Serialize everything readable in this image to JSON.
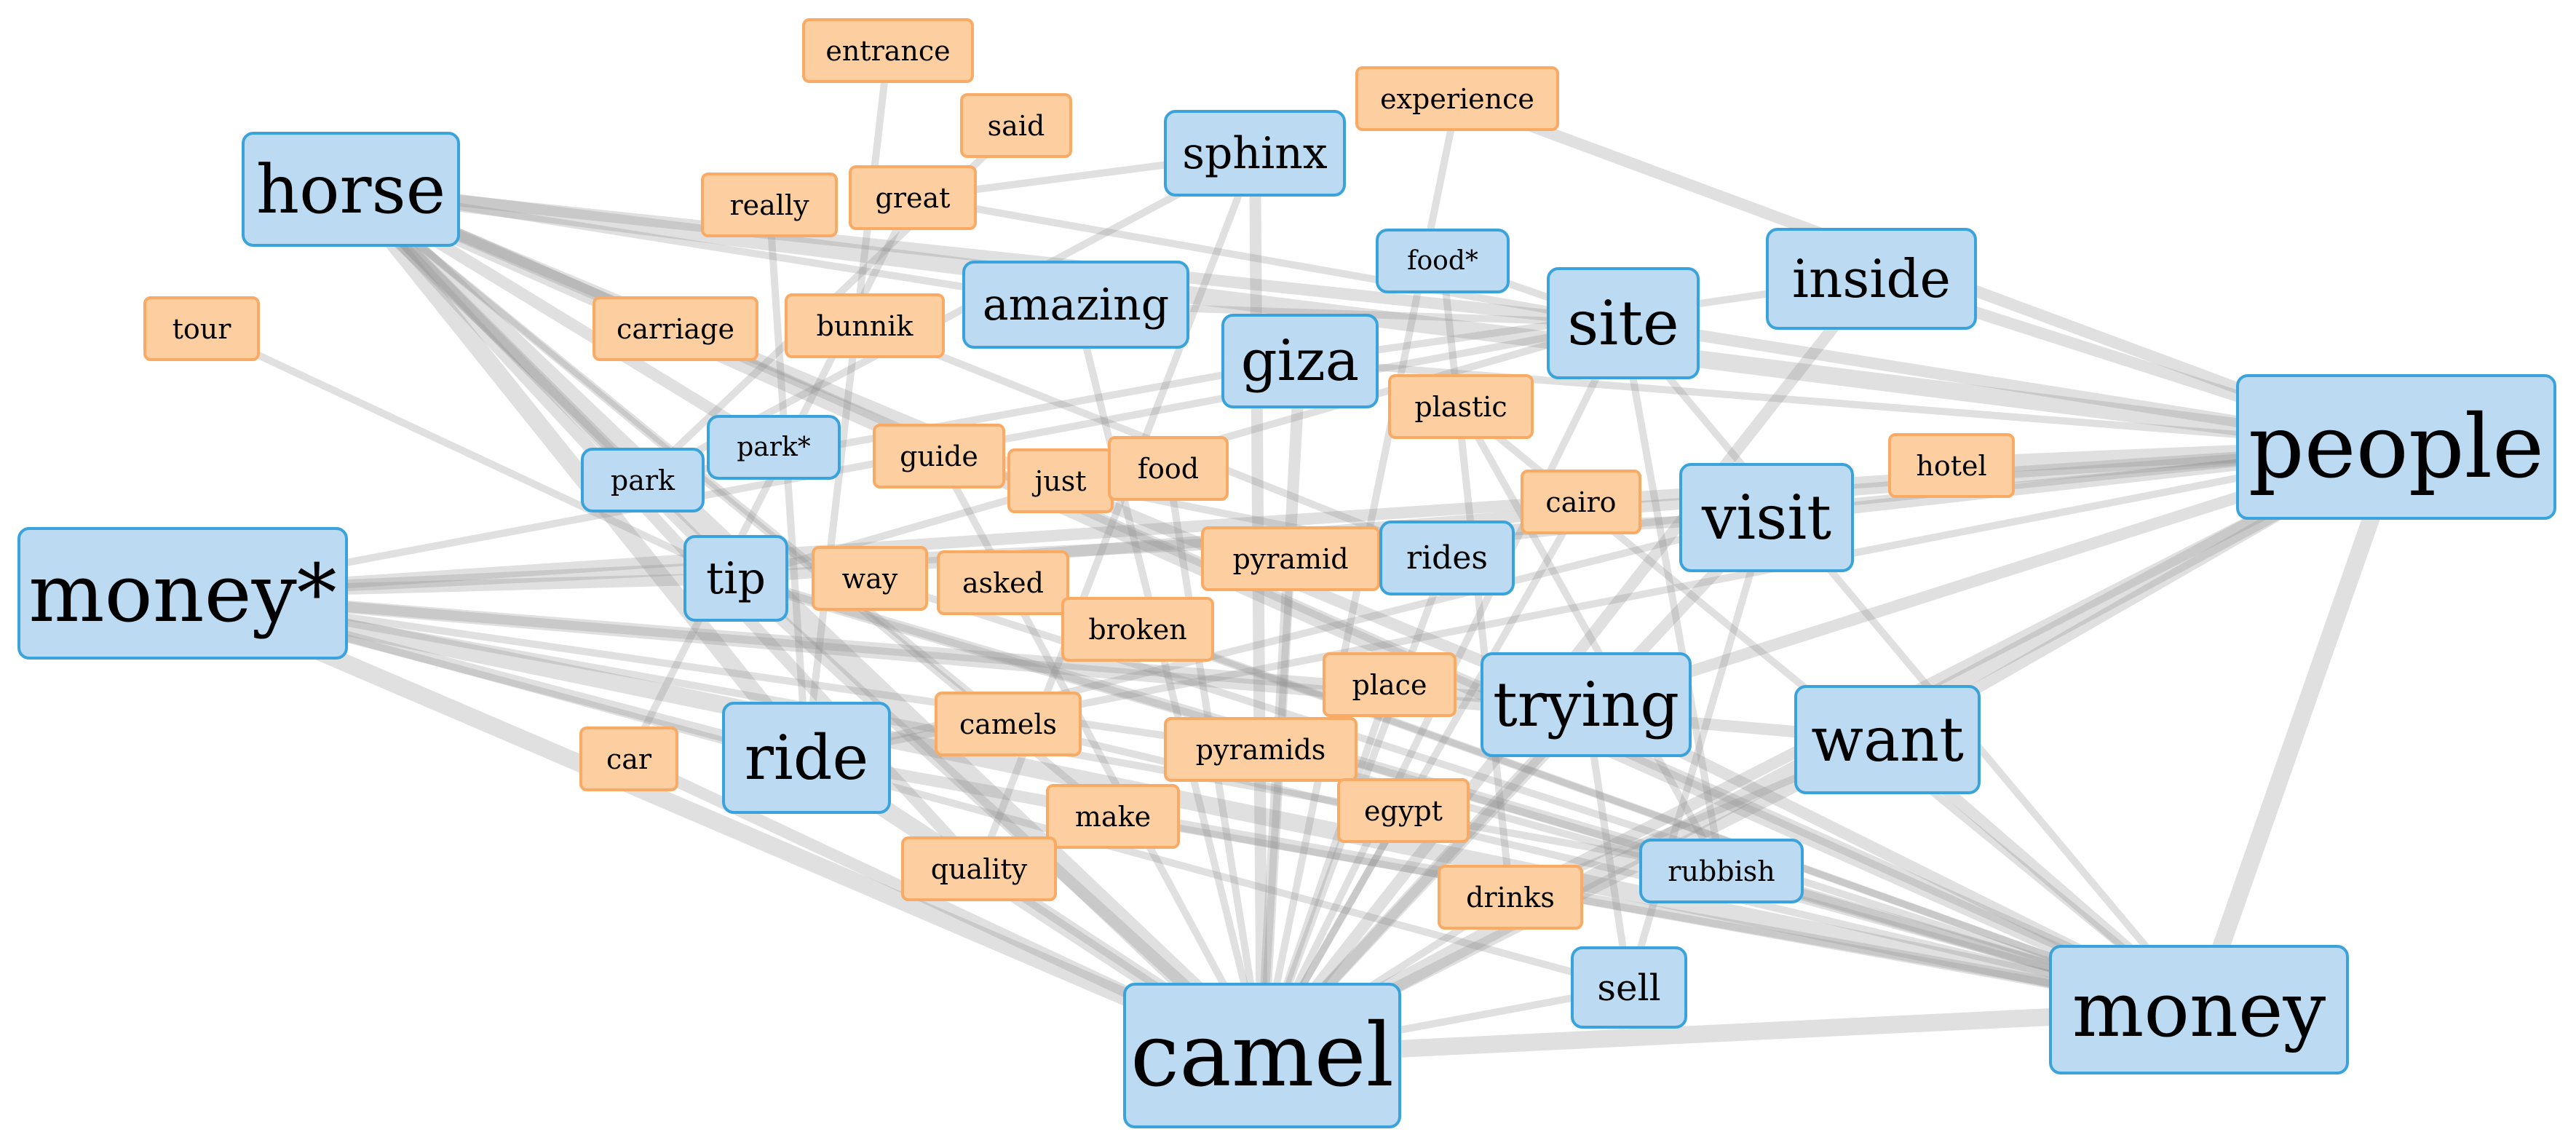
{
  "diagram": {
    "nodes": [
      {
        "id": "horse",
        "label": "horse",
        "group": "blue"
      },
      {
        "id": "money_star",
        "label": "money*",
        "group": "blue"
      },
      {
        "id": "tour",
        "label": "tour",
        "group": "orange"
      },
      {
        "id": "entrance",
        "label": "entrance",
        "group": "orange"
      },
      {
        "id": "said",
        "label": "said",
        "group": "orange"
      },
      {
        "id": "really",
        "label": "really",
        "group": "orange"
      },
      {
        "id": "great",
        "label": "great",
        "group": "orange"
      },
      {
        "id": "sphinx",
        "label": "sphinx",
        "group": "blue"
      },
      {
        "id": "experience",
        "label": "experience",
        "group": "orange"
      },
      {
        "id": "amazing",
        "label": "amazing",
        "group": "blue"
      },
      {
        "id": "food_star",
        "label": "food*",
        "group": "blue"
      },
      {
        "id": "site",
        "label": "site",
        "group": "blue"
      },
      {
        "id": "inside",
        "label": "inside",
        "group": "blue"
      },
      {
        "id": "carriage",
        "label": "carriage",
        "group": "orange"
      },
      {
        "id": "bunnik",
        "label": "bunnik",
        "group": "orange"
      },
      {
        "id": "giza",
        "label": "giza",
        "group": "blue"
      },
      {
        "id": "plastic",
        "label": "plastic",
        "group": "orange"
      },
      {
        "id": "people",
        "label": "people",
        "group": "blue"
      },
      {
        "id": "park",
        "label": "park",
        "group": "blue"
      },
      {
        "id": "park_star",
        "label": "park*",
        "group": "blue"
      },
      {
        "id": "guide",
        "label": "guide",
        "group": "orange"
      },
      {
        "id": "just",
        "label": "just",
        "group": "orange"
      },
      {
        "id": "food",
        "label": "food",
        "group": "orange"
      },
      {
        "id": "hotel",
        "label": "hotel",
        "group": "orange"
      },
      {
        "id": "cairo",
        "label": "cairo",
        "group": "orange"
      },
      {
        "id": "visit",
        "label": "visit",
        "group": "blue"
      },
      {
        "id": "tip",
        "label": "tip",
        "group": "blue"
      },
      {
        "id": "way",
        "label": "way",
        "group": "orange"
      },
      {
        "id": "asked",
        "label": "asked",
        "group": "orange"
      },
      {
        "id": "pyramid",
        "label": "pyramid",
        "group": "orange"
      },
      {
        "id": "rides",
        "label": "rides",
        "group": "blue"
      },
      {
        "id": "broken",
        "label": "broken",
        "group": "orange"
      },
      {
        "id": "place",
        "label": "place",
        "group": "orange"
      },
      {
        "id": "trying",
        "label": "trying",
        "group": "blue"
      },
      {
        "id": "want",
        "label": "want",
        "group": "blue"
      },
      {
        "id": "car",
        "label": "car",
        "group": "orange"
      },
      {
        "id": "ride",
        "label": "ride",
        "group": "blue"
      },
      {
        "id": "camels",
        "label": "camels",
        "group": "orange"
      },
      {
        "id": "pyramids",
        "label": "pyramids",
        "group": "orange"
      },
      {
        "id": "egypt",
        "label": "egypt",
        "group": "orange"
      },
      {
        "id": "make",
        "label": "make",
        "group": "orange"
      },
      {
        "id": "quality",
        "label": "quality",
        "group": "orange"
      },
      {
        "id": "rubbish",
        "label": "rubbish",
        "group": "blue"
      },
      {
        "id": "drinks",
        "label": "drinks",
        "group": "orange"
      },
      {
        "id": "sell",
        "label": "sell",
        "group": "blue"
      },
      {
        "id": "camel",
        "label": "camel",
        "group": "blue"
      },
      {
        "id": "money",
        "label": "money",
        "group": "blue"
      }
    ],
    "edges": [
      {
        "source": "horse",
        "target": "camel",
        "weight": 4
      },
      {
        "source": "horse",
        "target": "ride",
        "weight": 3
      },
      {
        "source": "horse",
        "target": "tip",
        "weight": 2
      },
      {
        "source": "horse",
        "target": "park",
        "weight": 2
      },
      {
        "source": "horse",
        "target": "park_star",
        "weight": 2
      },
      {
        "source": "horse",
        "target": "carriage",
        "weight": 2
      },
      {
        "source": "horse",
        "target": "people",
        "weight": 3
      },
      {
        "source": "horse",
        "target": "site",
        "weight": 2
      },
      {
        "source": "horse",
        "target": "money",
        "weight": 3
      },
      {
        "source": "horse",
        "target": "trying",
        "weight": 2
      },
      {
        "source": "horse",
        "target": "amazing",
        "weight": 1
      },
      {
        "source": "horse",
        "target": "quality",
        "weight": 2
      },
      {
        "source": "horse",
        "target": "make",
        "weight": 1
      },
      {
        "source": "horse",
        "target": "camels",
        "weight": 1
      },
      {
        "source": "money_star",
        "target": "camel",
        "weight": 3
      },
      {
        "source": "money_star",
        "target": "people",
        "weight": 2
      },
      {
        "source": "money_star",
        "target": "money",
        "weight": 3
      },
      {
        "source": "money_star",
        "target": "trying",
        "weight": 2
      },
      {
        "source": "money_star",
        "target": "tip",
        "weight": 2
      },
      {
        "source": "money_star",
        "target": "ride",
        "weight": 2
      },
      {
        "source": "money_star",
        "target": "visit",
        "weight": 2
      },
      {
        "source": "money_star",
        "target": "want",
        "weight": 2
      },
      {
        "source": "money_star",
        "target": "rubbish",
        "weight": 1
      },
      {
        "source": "money_star",
        "target": "sell",
        "weight": 1
      },
      {
        "source": "money_star",
        "target": "site",
        "weight": 1
      },
      {
        "source": "money_star",
        "target": "pyramids",
        "weight": 1
      },
      {
        "source": "tour",
        "target": "tip",
        "weight": 1
      },
      {
        "source": "entrance",
        "target": "ride",
        "weight": 1
      },
      {
        "source": "said",
        "target": "park",
        "weight": 1
      },
      {
        "source": "really",
        "target": "ride",
        "weight": 1
      },
      {
        "source": "great",
        "target": "site",
        "weight": 1
      },
      {
        "source": "great",
        "target": "car",
        "weight": 1
      },
      {
        "source": "sphinx",
        "target": "camel",
        "weight": 2
      },
      {
        "source": "sphinx",
        "target": "great",
        "weight": 1
      },
      {
        "source": "sphinx",
        "target": "park",
        "weight": 1
      },
      {
        "source": "sphinx",
        "target": "quality",
        "weight": 1
      },
      {
        "source": "experience",
        "target": "people",
        "weight": 2
      },
      {
        "source": "experience",
        "target": "camel",
        "weight": 1
      },
      {
        "source": "amazing",
        "target": "camel",
        "weight": 1
      },
      {
        "source": "amazing",
        "target": "site",
        "weight": 1
      },
      {
        "source": "food_star",
        "target": "site",
        "weight": 1
      },
      {
        "source": "food_star",
        "target": "drinks",
        "weight": 1
      },
      {
        "source": "site",
        "target": "people",
        "weight": 2
      },
      {
        "source": "site",
        "target": "money",
        "weight": 1
      },
      {
        "source": "site",
        "target": "camel",
        "weight": 1
      },
      {
        "source": "site",
        "target": "rubbish",
        "weight": 1
      },
      {
        "source": "site",
        "target": "tip",
        "weight": 1
      },
      {
        "source": "inside",
        "target": "people",
        "weight": 2
      },
      {
        "source": "inside",
        "target": "camel",
        "weight": 2
      },
      {
        "source": "inside",
        "target": "giza",
        "weight": 1
      },
      {
        "source": "carriage",
        "target": "money",
        "weight": 1
      },
      {
        "source": "bunnik",
        "target": "rides",
        "weight": 1
      },
      {
        "source": "giza",
        "target": "camel",
        "weight": 2
      },
      {
        "source": "giza",
        "target": "people",
        "weight": 1
      },
      {
        "source": "giza",
        "target": "park",
        "weight": 1
      },
      {
        "source": "plastic",
        "target": "rubbish",
        "weight": 1
      },
      {
        "source": "plastic",
        "target": "money",
        "weight": 1
      },
      {
        "source": "people",
        "target": "camel",
        "weight": 3
      },
      {
        "source": "people",
        "target": "money",
        "weight": 3
      },
      {
        "source": "people",
        "target": "visit",
        "weight": 2
      },
      {
        "source": "people",
        "target": "hotel",
        "weight": 3
      },
      {
        "source": "people",
        "target": "trying",
        "weight": 2
      },
      {
        "source": "people",
        "target": "want",
        "weight": 2
      },
      {
        "source": "people",
        "target": "drinks",
        "weight": 2
      },
      {
        "source": "people",
        "target": "tip",
        "weight": 2
      },
      {
        "source": "people",
        "target": "ride",
        "weight": 1
      },
      {
        "source": "people",
        "target": "pyramid",
        "weight": 1
      },
      {
        "source": "guide",
        "target": "camel",
        "weight": 1
      },
      {
        "source": "just",
        "target": "rides",
        "weight": 1
      },
      {
        "source": "food",
        "target": "camel",
        "weight": 1
      },
      {
        "source": "cairo",
        "target": "camel",
        "weight": 1
      },
      {
        "source": "visit",
        "target": "camel",
        "weight": 2
      },
      {
        "source": "visit",
        "target": "ride",
        "weight": 1
      },
      {
        "source": "visit",
        "target": "sell",
        "weight": 1
      },
      {
        "source": "tip",
        "target": "camel",
        "weight": 2
      },
      {
        "source": "tip",
        "target": "money",
        "weight": 2
      },
      {
        "source": "tip",
        "target": "rubbish",
        "weight": 1
      },
      {
        "source": "way",
        "target": "money",
        "weight": 1
      },
      {
        "source": "asked",
        "target": "money",
        "weight": 1
      },
      {
        "source": "pyramid",
        "target": "camel",
        "weight": 1
      },
      {
        "source": "rides",
        "target": "camel",
        "weight": 1
      },
      {
        "source": "broken",
        "target": "money",
        "weight": 1
      },
      {
        "source": "place",
        "target": "camel",
        "weight": 1
      },
      {
        "source": "trying",
        "target": "camel",
        "weight": 2
      },
      {
        "source": "trying",
        "target": "money",
        "weight": 2
      },
      {
        "source": "trying",
        "target": "sell",
        "weight": 1
      },
      {
        "source": "want",
        "target": "camel",
        "weight": 2
      },
      {
        "source": "want",
        "target": "money",
        "weight": 2
      },
      {
        "source": "want",
        "target": "drinks",
        "weight": 1
      },
      {
        "source": "car",
        "target": "camel",
        "weight": 2
      },
      {
        "source": "ride",
        "target": "camel",
        "weight": 3
      },
      {
        "source": "ride",
        "target": "money",
        "weight": 2
      },
      {
        "source": "camels",
        "target": "money",
        "weight": 1
      },
      {
        "source": "pyramids",
        "target": "money",
        "weight": 1
      },
      {
        "source": "egypt",
        "target": "camel",
        "weight": 1
      },
      {
        "source": "make",
        "target": "money",
        "weight": 1
      },
      {
        "source": "quality",
        "target": "camel",
        "weight": 1
      },
      {
        "source": "rubbish",
        "target": "money",
        "weight": 2
      },
      {
        "source": "drinks",
        "target": "camel",
        "weight": 1
      },
      {
        "source": "sell",
        "target": "camel",
        "weight": 1
      },
      {
        "source": "camel",
        "target": "money",
        "weight": 3
      }
    ]
  }
}
